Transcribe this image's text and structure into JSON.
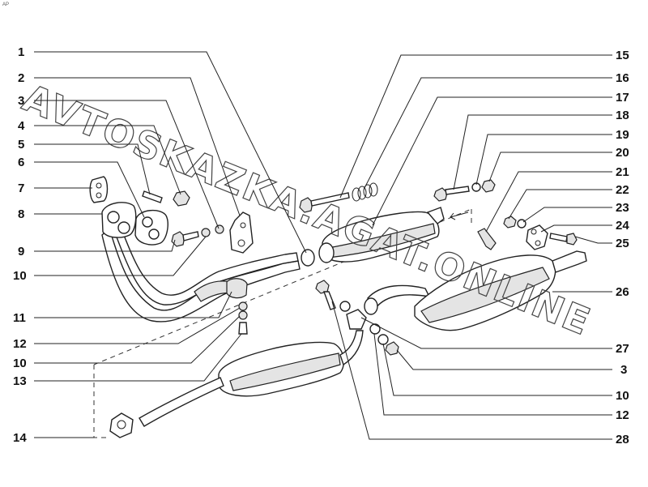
{
  "corner_mark": "AP",
  "watermark": "AVTOSKAZKA.AGAT.ONLINE",
  "left_labels": [
    "1",
    "2",
    "3",
    "4",
    "5",
    "6",
    "7",
    "8",
    "9",
    "10",
    "11",
    "12",
    "10",
    "13",
    "14"
  ],
  "right_labels": [
    "15",
    "16",
    "17",
    "18",
    "19",
    "20",
    "21",
    "22",
    "23",
    "24",
    "25",
    "26",
    "27",
    "3",
    "10",
    "12",
    "28"
  ]
}
